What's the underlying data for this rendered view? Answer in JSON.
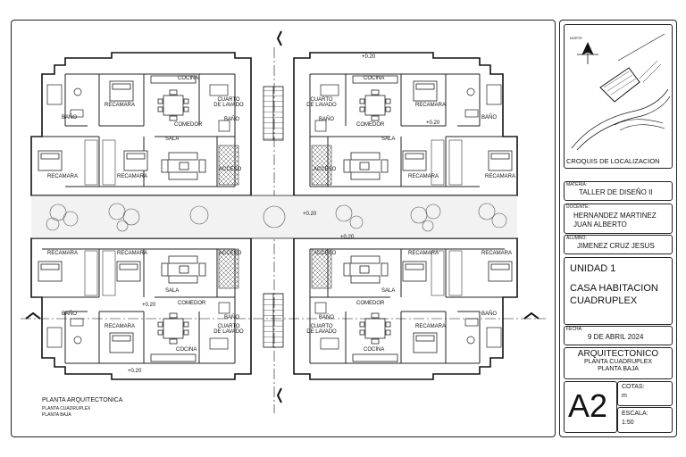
{
  "plan": {
    "title": "PLANTA ARQUITECTONICA",
    "subtitle_1": "PLANTA CUADRUPLEX",
    "subtitle_2": "PLANTA BAJA",
    "rooms": {
      "recamara": "RECAMARA",
      "cocina": "COCINA",
      "comedor": "COMEDOR",
      "sala": "SALA",
      "bano": "BAÑO",
      "acceso": "ACCESO",
      "cuarto_lavado": "CUARTO DE LAVADO"
    },
    "levels": {
      "upper_a": "+0.20",
      "upper_b": "+0.20",
      "mid": "+0.20",
      "lower_a": "+0.20",
      "lower_b": "+0.20",
      "bottom": "+0.20"
    }
  },
  "title_block": {
    "location_caption": "CROQUIS DE LOCALIZACION",
    "north_label": "NORTE",
    "materia_label": "MATERIA:",
    "materia": "TALLER DE DISEÑO II",
    "docente_label": "DOCENTE:",
    "docente_1": "HERNANDEZ MARTINEZ",
    "docente_2": "JUAN ALBERTO",
    "alumno_label": "ALUMNO:",
    "alumno": "JIMENEZ CRUZ JESUS",
    "unidad": "UNIDAD 1",
    "proyecto_1": "CASA HABITACION",
    "proyecto_2": "CUADRUPLEX",
    "fecha_label": "FECHA:",
    "fecha": "9 DE ABRIL 2024",
    "disciplina": "ARQUITECTONICO",
    "plano_1": "PLANTA CUADRUPLEX",
    "plano_2": "PLANTA BAJA",
    "sheet": "A2",
    "cotas_label": "COTAS:",
    "cotas": "m",
    "escala_label": "ESCALA:",
    "escala": "1:50"
  }
}
